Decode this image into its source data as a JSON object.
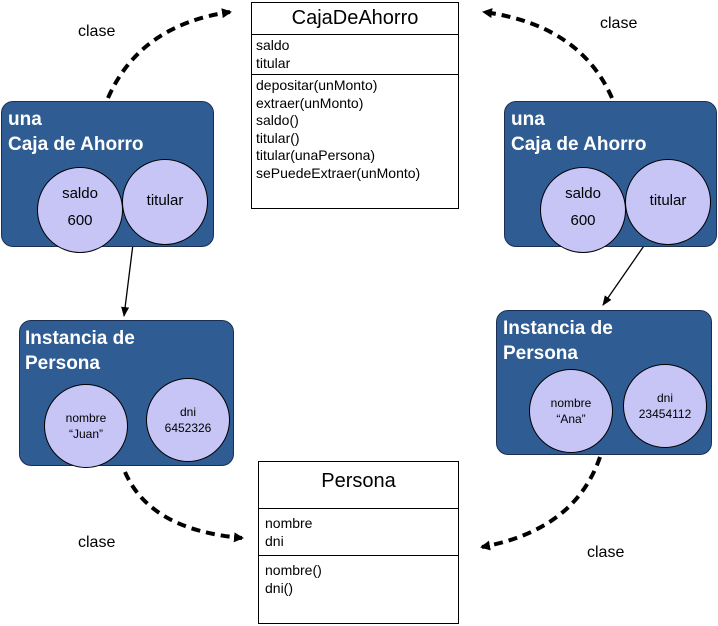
{
  "class_label": "clase",
  "caja_class": {
    "name": "CajaDeAhorro",
    "attributes": [
      "saldo",
      "titular"
    ],
    "methods": [
      "depositar(unMonto)",
      "extraer(unMonto)",
      "saldo()",
      "titular()",
      "titular(unaPersona)",
      "sePuedeExtraer(unMonto)"
    ]
  },
  "persona_class": {
    "name": "Persona",
    "attributes": [
      "nombre",
      "dni"
    ],
    "methods": [
      "nombre()",
      "dni()"
    ]
  },
  "caja_instance": {
    "title": "una\nCaja de Ahorro",
    "saldo_label": "saldo",
    "saldo_value": "600",
    "titular_label": "titular"
  },
  "persona_instance_left": {
    "title": "Instancia de\nPersona",
    "nombre_label": "nombre",
    "nombre_value": "“Juan”",
    "dni_label": "dni",
    "dni_value": "6452326"
  },
  "persona_instance_right": {
    "title": "Instancia de\nPersona",
    "nombre_label": "nombre",
    "nombre_value": "“Ana”",
    "dni_label": "dni",
    "dni_value": "23454112"
  },
  "colors": {
    "instance_fill": "#2f5d93",
    "slot_fill": "#c7c5f6",
    "arrow": "#000000"
  }
}
